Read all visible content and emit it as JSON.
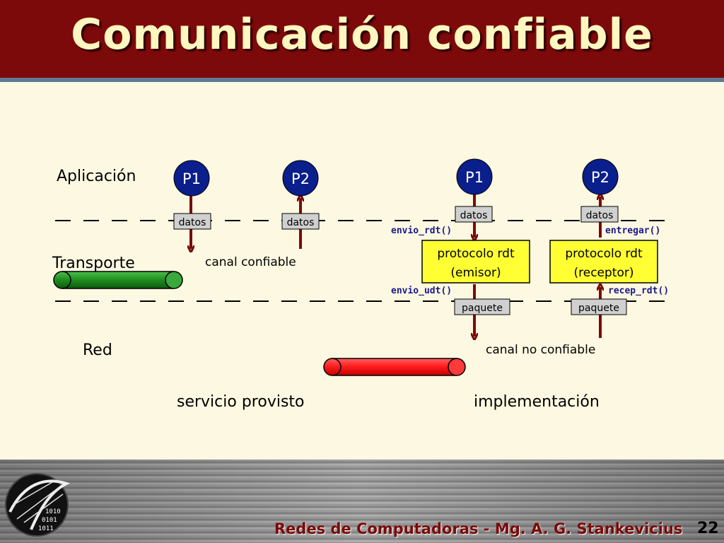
{
  "title": "Comunicación confiable",
  "layers": {
    "application": "Aplicación",
    "transport": "Transporte",
    "network": "Red"
  },
  "left": {
    "p1": "P1",
    "p2": "P2",
    "data1": "datos",
    "data2": "datos",
    "channel_label": "canal confiable",
    "caption": "servicio provisto"
  },
  "right": {
    "p1": "P1",
    "p2": "P2",
    "data1": "datos",
    "data2": "datos",
    "send_rdt": "envio_rdt()",
    "deliver": "entregar()",
    "send_udt": "envio_udt()",
    "recv_rdt": "recep_rdt()",
    "sender_line1": "protocolo rdt",
    "sender_line2": "(emisor)",
    "receiver_line1": "protocolo rdt",
    "receiver_line2": "(receptor)",
    "packet1": "paquete",
    "packet2": "paquete",
    "channel_label": "canal no confiable",
    "caption": "implementación"
  },
  "footer": {
    "text": "Redes de Computadoras - Mg. A. G. Stankevicius",
    "page": "22"
  },
  "colors": {
    "header": "#7d0a0a",
    "process_circle": "#0a1e8c",
    "arrow": "#7a0a0a",
    "reliable_pipe": "#1e8c1e",
    "unreliable_pipe": "#ff1a1a",
    "protocol_box": "#ffff33"
  }
}
